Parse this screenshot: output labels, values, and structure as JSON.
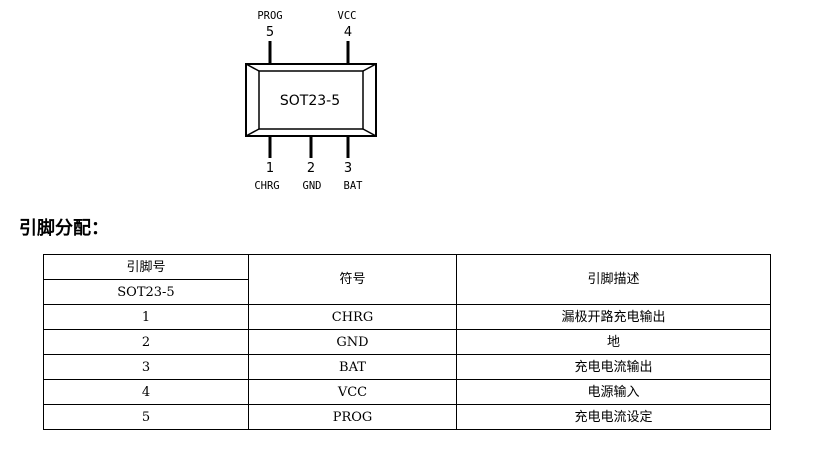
{
  "diagram": {
    "package_label": "SOT23-5",
    "top_pins": [
      {
        "number": "5",
        "name": "PROG"
      },
      {
        "number": "4",
        "name": "VCC"
      }
    ],
    "bottom_pins": [
      {
        "number": "1",
        "name": "CHRG"
      },
      {
        "number": "2",
        "name": "GND"
      },
      {
        "number": "3",
        "name": "BAT"
      }
    ]
  },
  "heading": "引脚分配：",
  "table": {
    "header": {
      "pin_number": "引脚号",
      "package": "SOT23-5",
      "symbol": "符号",
      "description": "引脚描述"
    },
    "rows": [
      {
        "pin": "1",
        "symbol": "CHRG",
        "description": "漏极开路充电输出"
      },
      {
        "pin": "2",
        "symbol": "GND",
        "description": "地"
      },
      {
        "pin": "3",
        "symbol": "BAT",
        "description": "充电电流输出"
      },
      {
        "pin": "4",
        "symbol": "VCC",
        "description": "电源输入"
      },
      {
        "pin": "5",
        "symbol": "PROG",
        "description": "充电电流设定"
      }
    ]
  }
}
